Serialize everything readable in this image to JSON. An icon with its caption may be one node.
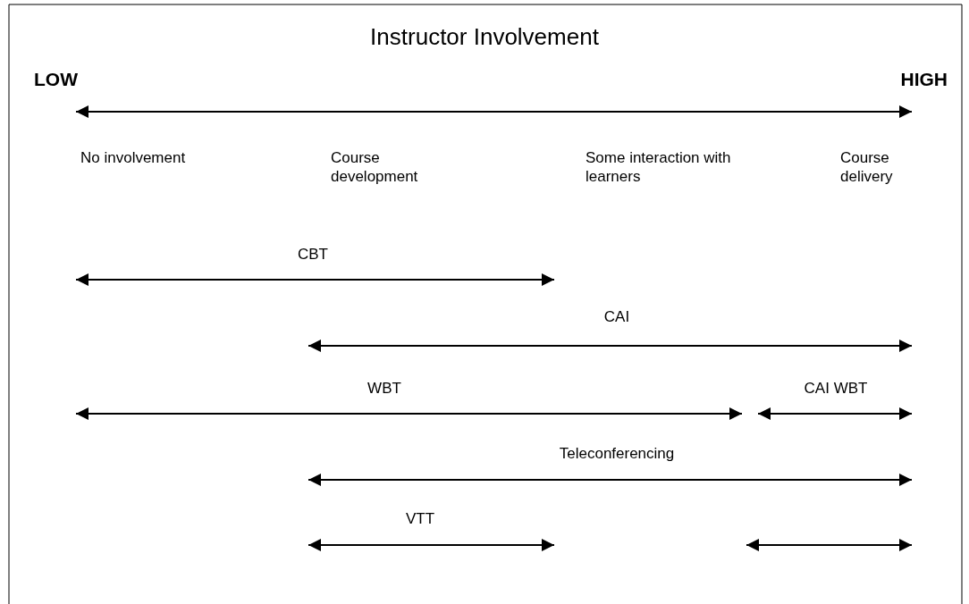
{
  "diagram": {
    "title": "Instructor Involvement",
    "labels": [
      "LOW",
      "HIGH",
      "No involvement",
      "Course development",
      "Some interaction with learners",
      "Course delivery",
      "CBT",
      "CAI",
      "WBT",
      "CAI WBT",
      "Teleconferencing",
      "VTT"
    ]
  }
}
